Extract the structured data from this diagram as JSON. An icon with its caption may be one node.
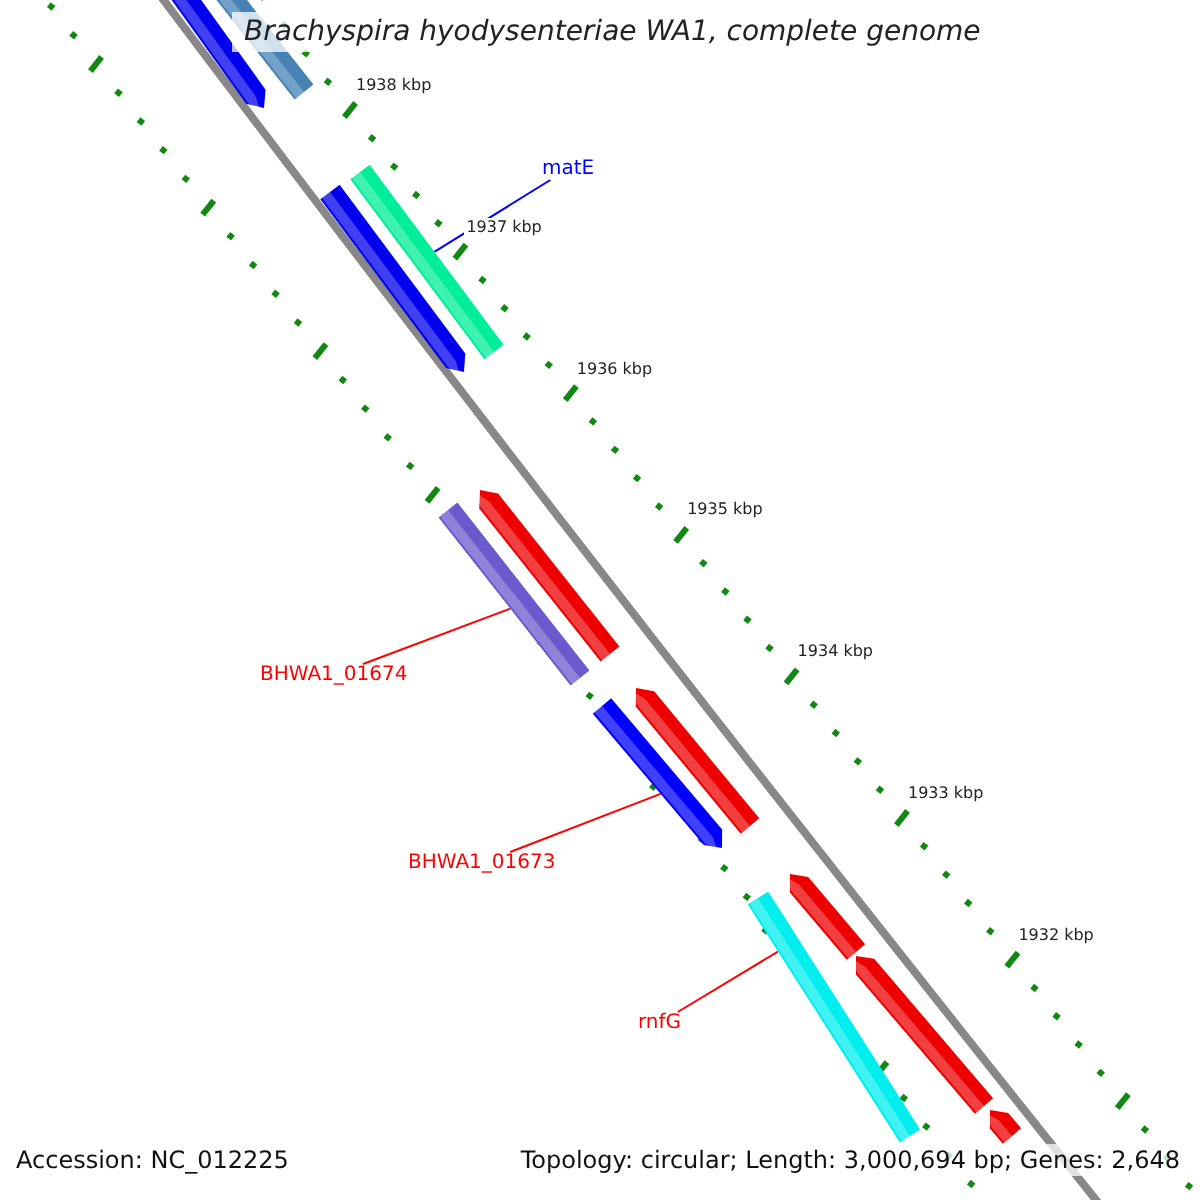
{
  "diagram": {
    "title": "Brachyspira hyodysenteriae WA1, complete genome",
    "nodes": [
      {
        "text": [
          "matE"
        ]
      },
      {
        "text": [],
        "shape": "bar"
      },
      {
        "text": [
          "BHWA1_01674"
        ]
      },
      {
        "text": [],
        "shape": "bar"
      },
      {
        "text": [
          "BHWA1_01673"
        ]
      },
      {
        "text": [],
        "shape": "bar"
      },
      {
        "text": [
          "rnfG"
        ]
      },
      {
        "text": [],
        "shape": "bar"
      }
    ],
    "edges": [
      {
        "from": 0,
        "to": 1,
        "arrow": "none",
        "color": "#0000ff"
      },
      {
        "from": 2,
        "to": 3,
        "arrow": "none"
      },
      {
        "from": 4,
        "to": 5,
        "arrow": "none"
      },
      {
        "from": 6,
        "to": 7,
        "arrow": "none"
      }
    ],
    "labels": [
      "1938 kbp",
      "1937 kbp",
      "1936 kbp",
      "1935 kbp",
      "1934 kbp",
      "1933 kbp",
      "1932 kbp",
      "Accession: NC_012225",
      "Topology: circular; Length: 3,000,694 bp; Genes: 2,648"
    ]
  }
}
